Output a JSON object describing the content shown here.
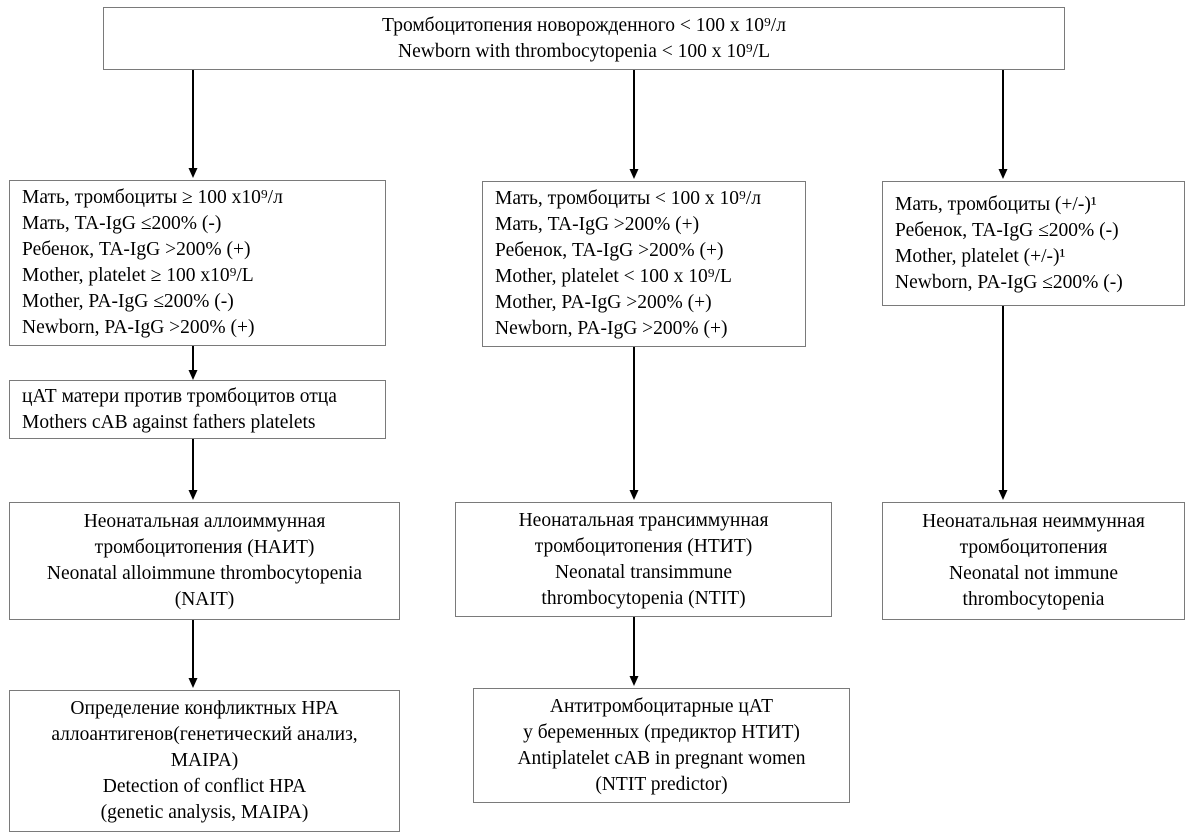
{
  "diagram": {
    "title": "Newborn thrombocytopenia diagnostic algorithm",
    "stroke_color": "#7a7a7a",
    "arrow_color": "#000000",
    "background": "#ffffff"
  },
  "nodes": {
    "root": {
      "lines": [
        "Тромбоцитопения новорожденного < 100 x 10⁹/л",
        "Newborn with thrombocytopenia < 100 x 10⁹/L"
      ]
    },
    "col1_criteria": {
      "lines": [
        "Мать, тромбоциты ≥ 100 x10⁹/л",
        "Мать, TA-IgG  ≤200% (-)",
        "Ребенок, TA-IgG  >200% (+)",
        "Mother, platelet ≥ 100 x10⁹/L",
        "Mother,  PA-IgG  ≤200% (-)",
        "Newborn, PA-IgG >200% (+)"
      ]
    },
    "col2_criteria": {
      "lines": [
        "Мать, тромбоциты < 100 x 10⁹/л",
        "Мать, TA-IgG  >200% (+)",
        "Ребенок, TA-IgG  >200% (+)",
        "Mother, platelet < 100 x 10⁹/L",
        "Mother,  PA-IgG  >200% (+)",
        "Newborn, PA-IgG >200% (+)"
      ]
    },
    "col3_criteria": {
      "lines": [
        "Мать, тромбоциты (+/-)¹",
        "Ребенок, TA-IgG ≤200% (-)",
        "Mother, platelet (+/-)¹",
        "Newborn, PA-IgG ≤200% (-)"
      ]
    },
    "col1_antibody": {
      "lines": [
        "цАТ матери против тромбоцитов отца",
        "Mothers cAB against fathers platelets"
      ]
    },
    "col1_diagnosis": {
      "lines": [
        "Неонатальная аллоиммунная",
        "тромбоцитопения (НАИТ)",
        "Neonatal alloimmune thrombocytopenia",
        "(NAIT)"
      ]
    },
    "col2_diagnosis": {
      "lines": [
        "Неонатальная трансиммунная",
        "тромбоцитопения (НТИТ)",
        "Neonatal transimmune",
        "thrombocytopenia (NTIT)"
      ]
    },
    "col3_diagnosis": {
      "lines": [
        "Неонатальная неиммунная",
        "тромбоцитопения",
        "Neonatal not immune",
        "thrombocytopenia"
      ]
    },
    "col1_action": {
      "lines": [
        "Определение конфликтных HPA",
        "аллоантигенов(генетический анализ,",
        "MAIPA)",
        "Detection of conflict HPA",
        "(genetic analysis, MAIPA)"
      ]
    },
    "col2_action": {
      "lines": [
        "Антитромбоцитарные цАТ",
        "у беременных (предиктор НТИТ)",
        "Antiplatelet cAB in pregnant women",
        "(NTIT predictor)"
      ]
    }
  },
  "connectors": [
    {
      "name": "root-to-col1",
      "from": "root",
      "to": "col1_criteria"
    },
    {
      "name": "root-to-col2",
      "from": "root",
      "to": "col2_criteria"
    },
    {
      "name": "root-to-col3",
      "from": "root",
      "to": "col3_criteria"
    },
    {
      "name": "col1-criteria-to-antibody",
      "from": "col1_criteria",
      "to": "col1_antibody"
    },
    {
      "name": "col1-antibody-to-diagnosis",
      "from": "col1_antibody",
      "to": "col1_diagnosis"
    },
    {
      "name": "col1-diagnosis-to-action",
      "from": "col1_diagnosis",
      "to": "col1_action"
    },
    {
      "name": "col2-criteria-to-diagnosis",
      "from": "col2_criteria",
      "to": "col2_diagnosis"
    },
    {
      "name": "col2-diagnosis-to-action",
      "from": "col2_diagnosis",
      "to": "col2_action"
    },
    {
      "name": "col3-criteria-to-diagnosis",
      "from": "col3_criteria",
      "to": "col3_diagnosis"
    }
  ]
}
